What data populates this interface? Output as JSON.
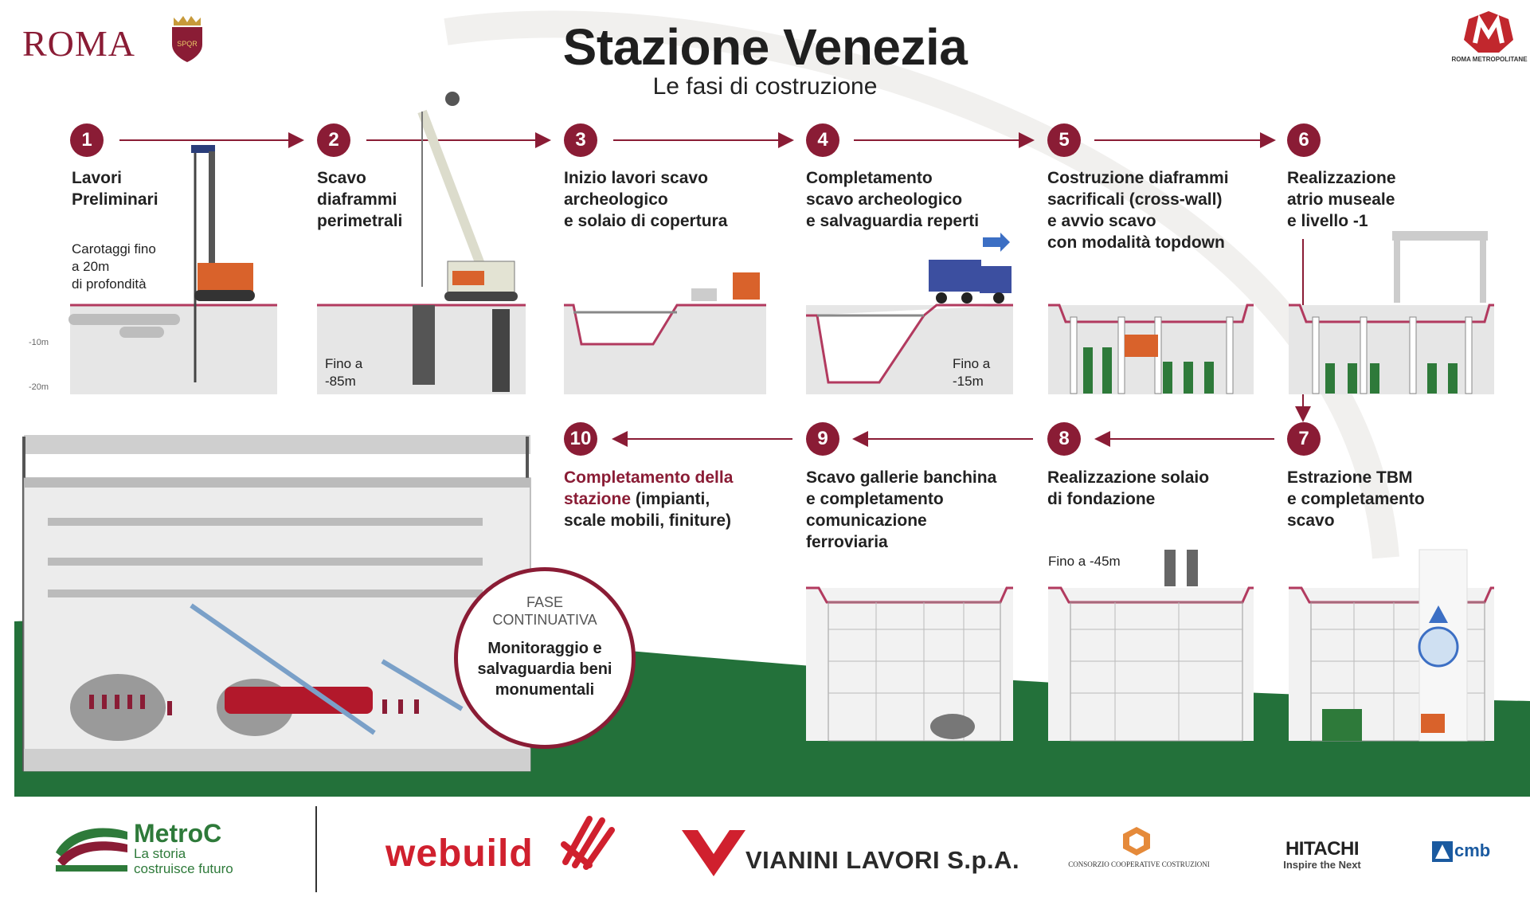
{
  "header": {
    "title": "Stazione Venezia",
    "subtitle": "Le fasi di costruzione",
    "city_logo_text": "ROMA",
    "right_logo_text": "ROMA METROPOLITANE"
  },
  "steps": [
    {
      "number": "1",
      "label": "Lavori\nPreliminari",
      "note": "Carotaggi fino\na 20m\ndi profondità"
    },
    {
      "number": "2",
      "label": "Scavo\ndiaframmi\nperimetrali",
      "note": "Fino a\n-85m"
    },
    {
      "number": "3",
      "label": "Inizio lavori scavo\narcheologico\ne solaio di copertura"
    },
    {
      "number": "4",
      "label": "Completamento\nscavo archeologico\ne salvaguardia reperti",
      "note": "Fino a\n-15m"
    },
    {
      "number": "5",
      "label": "Costruzione diaframmi\nsacrificali (cross-wall)\ne avvio scavo\ncon modalità topdown"
    },
    {
      "number": "6",
      "label": "Realizzazione\natrio museale\ne livello -1"
    },
    {
      "number": "7",
      "label": "Estrazione TBM\ne completamento\nscavo"
    },
    {
      "number": "8",
      "label": "Realizzazione solaio\ndi fondazione",
      "note": "Fino a -45m"
    },
    {
      "number": "9",
      "label": "Scavo gallerie banchina\ne completamento\ncomunicazione\nferroviaria"
    },
    {
      "number": "10",
      "label_accent": "Completamento della\nstazione",
      "label": " (impianti,\nscale mobili, finiture)"
    }
  ],
  "depth_markers": [
    "-10m",
    "-20m"
  ],
  "continuous_phase": {
    "heading": "FASE\nCONTINUATIVA",
    "text": "Monitoraggio e\nsalvaguardia beni\nmonumentali"
  },
  "footer": {
    "metroc_name": "MetroC",
    "metroc_tagline": "La storia\ncostruisce futuro",
    "webuild": "webuild",
    "vianini": "VIANINI LAVORI S.p.A.",
    "consorzio": "CONSORZIO COOPERATIVE COSTRUZIONI",
    "hitachi": "HITACHI",
    "hitachi_tagline": "Inspire the Next",
    "cmb": "cmb"
  },
  "colors": {
    "accent": "#8a1c35",
    "green": "#2e7a3a",
    "ground": "#e6e6e6",
    "excavation": "#b23a5f",
    "webuild_red": "#d0202e"
  }
}
